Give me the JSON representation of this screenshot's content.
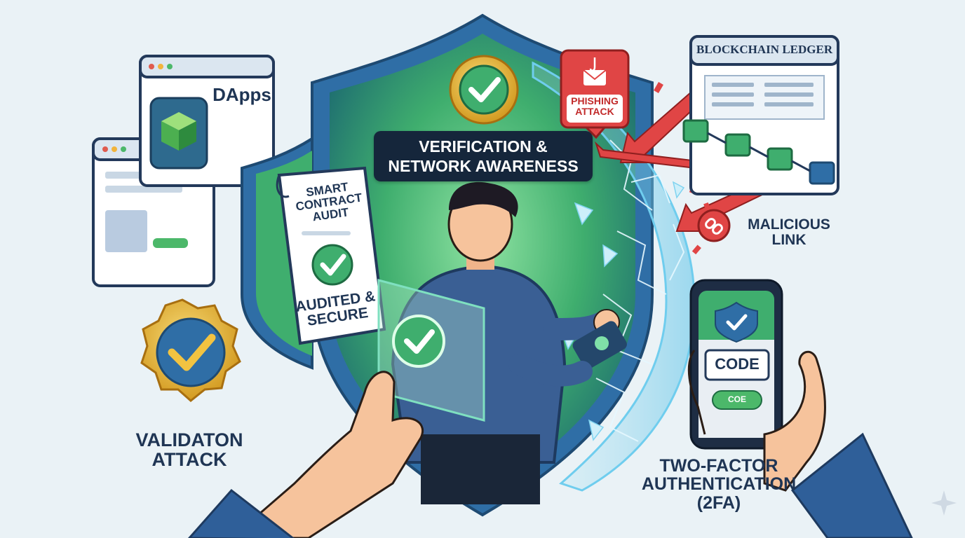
{
  "header": {
    "title_line1": "VERIFICATION &",
    "title_line2": "NETWORK AWARENESS"
  },
  "dapps_window": {
    "label": "DApps"
  },
  "audit_document": {
    "title_line1": "SMART",
    "title_line2": "CONTRACT",
    "title_line3": "AUDIT",
    "status_line1": "AUDITED &",
    "status_line2": "SECURE"
  },
  "phishing_alert": {
    "line1": "PHISHING",
    "line2": "ATTACK"
  },
  "ledger_window": {
    "title": "BLOCKCHAIN LEDGER"
  },
  "malicious_link": {
    "line1": "MALICIOUS",
    "line2": "LINK"
  },
  "validation_badge": {
    "line1": "VALIDATON",
    "line2": "ATTACK"
  },
  "phone": {
    "code_field": "CODE",
    "code_button": "COE"
  },
  "two_factor": {
    "line1": "TWO-FACTOR",
    "line2": "AUTHENTICATION",
    "line3": "(2FA)"
  },
  "colors": {
    "shield_blue": "#2f6ea6",
    "shield_green": "#3fae6e",
    "alert_red": "#d93b3b",
    "badge_gold": "#e8b735",
    "navy_text": "#1f3554"
  }
}
